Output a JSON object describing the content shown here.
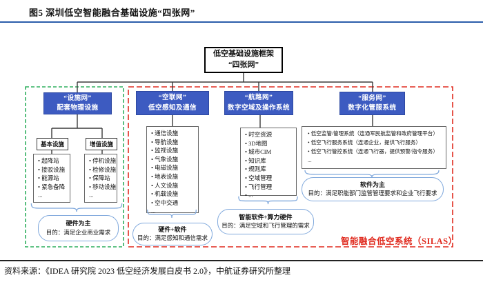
{
  "page": {
    "title": "图5 深圳低空智能融合基础设施“四张网”",
    "source_note": "资料来源：《IDEA 研究院 2023 低空经济发展白皮书 2.0》，中航证券研究所整理"
  },
  "root_box": {
    "line1": "低空基础设施框架",
    "line2": "“四张网”"
  },
  "silas_label": "智能融合低空系统（SILAS）",
  "columns": [
    {
      "name": "设施网",
      "header_line1": "“设施网”",
      "header_line2": "配套物理设施",
      "groups": [
        {
          "label": "基本设施",
          "items": [
            "起降站",
            "接驳设施",
            "能源站",
            "紧急备降",
            "..."
          ]
        },
        {
          "label": "增值设施",
          "items": [
            "停机设施",
            "检修设施",
            "保障站",
            "移动设施",
            "..."
          ]
        }
      ],
      "summary": {
        "title": "硬件为主",
        "purpose": "目的：满足企业商业需求"
      }
    },
    {
      "name": "空联网",
      "header_line1": "“空联网”",
      "header_line2": "低空感知及通信",
      "items": [
        "通信设施",
        "导航设施",
        "监视设施",
        "气象设施",
        "电磁设施",
        "地表设施",
        "人文设施",
        "机载设施",
        "空中交通",
        "..."
      ],
      "summary": {
        "title": "硬件+软件",
        "purpose": "目的：满足感知和通信需求"
      }
    },
    {
      "name": "航路网",
      "header_line1": "“航路网”",
      "header_line2": "数字空域及操作系统",
      "items": [
        "时空资源",
        "3D地图",
        "城市CIM",
        "知识库",
        "规则库",
        "空域管理",
        "飞行管理",
        "..."
      ],
      "summary": {
        "title": "智能软件+算力硬件",
        "purpose": "目的：满足空域和飞行管理的需求"
      }
    },
    {
      "name": "服务网",
      "header_line1": "“服务网”",
      "header_line2": "数字化管服系统",
      "items": [
        "低空监管/管理系统（连通军民航监管和政府管理平台）",
        "低空飞行服务系统（连通企业，提供飞行服务）",
        "低空飞行管控系统（连通飞行器，提供预警/指令服务）",
        "..."
      ],
      "summary": {
        "title": "软件为主",
        "purpose": "目的：满足职能部门监管管理要求和企业飞行要求"
      }
    }
  ],
  "colors": {
    "header_fill": "#3d5bc1",
    "accent_red": "#e02a1e",
    "accent_green": "#2faf5f",
    "brace_blue": "#7fa8dc",
    "title_rule_blue": "#2a5caa"
  }
}
